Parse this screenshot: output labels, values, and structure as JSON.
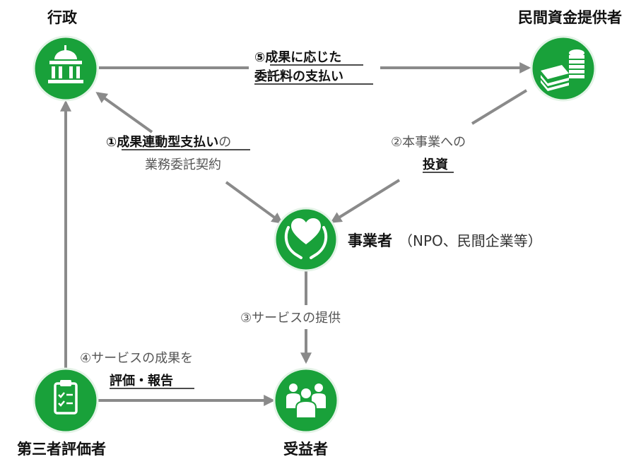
{
  "colors": {
    "node_fill": "#19a13a",
    "node_border": "#e4f3e7",
    "arrow": "#8a8a8a",
    "label_plain": "#555555",
    "label_emphasis": "#111111"
  },
  "nodes": {
    "government": {
      "label": "行政",
      "icon": "government-building-icon"
    },
    "investor": {
      "label": "民間資金提供者",
      "icon": "money-stack-icon"
    },
    "provider": {
      "label": "事業者",
      "sublabel": "（NPO、民間企業等）",
      "icon": "heart-hands-icon"
    },
    "evaluator": {
      "label": "第三者評価者",
      "icon": "clipboard-checklist-icon"
    },
    "beneficiary": {
      "label": "受益者",
      "icon": "people-group-icon"
    }
  },
  "edges": {
    "payment": {
      "line1": "⑤成果に応じた",
      "line2": "委託料の支払い"
    },
    "contract": {
      "line1_emphasis": "①成果連動型支払い",
      "line1_tail": "の",
      "line2": "業務委託契約"
    },
    "investment": {
      "line1": "②本事業への",
      "line2": "投資"
    },
    "service": {
      "line1": "③サービスの提供"
    },
    "evaluation": {
      "line1": "④サービスの成果を",
      "line2": "評価・報告"
    }
  }
}
